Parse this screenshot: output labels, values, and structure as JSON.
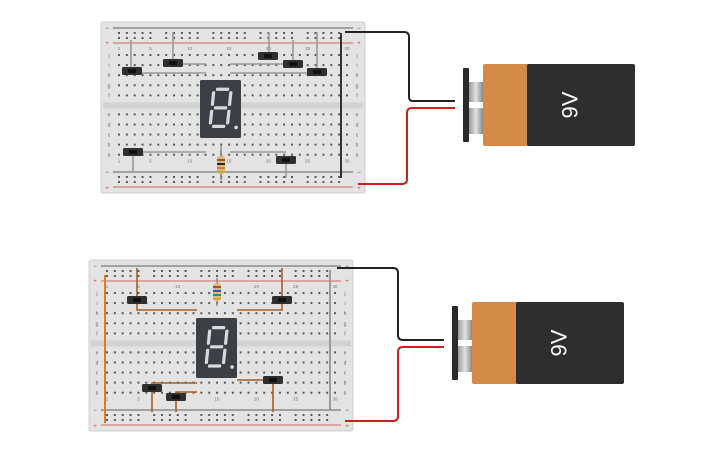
{
  "circuits": [
    {
      "battery": {
        "voltage_label": "9V"
      },
      "display": {
        "digit": "8"
      },
      "board": {
        "polarity_marks": {
          "minus": "−",
          "plus": "+"
        },
        "row_letters_top": [
          "j",
          "i",
          "h",
          "g",
          "f"
        ],
        "row_letters_bottom": [
          "e",
          "d",
          "c",
          "b",
          "a"
        ],
        "column_numbers": [
          "1",
          "5",
          "10",
          "15",
          "20",
          "25",
          "30"
        ]
      }
    },
    {
      "battery": {
        "voltage_label": "9V"
      },
      "display": {
        "digit": "8"
      },
      "board": {
        "polarity_marks": {
          "minus": "−",
          "plus": "+"
        },
        "row_letters_top": [
          "j",
          "i",
          "h",
          "g",
          "f"
        ],
        "row_letters_bottom": [
          "e",
          "d",
          "c",
          "b",
          "a"
        ],
        "column_numbers": [
          "1",
          "5",
          "10",
          "15",
          "20",
          "25",
          "30"
        ]
      }
    }
  ],
  "colors": {
    "board": "#e3e3e3",
    "board_edge": "#cfcfcf",
    "hole": "#5a5a5a",
    "rail_red": "#d23a3a",
    "rail_black": "#333333",
    "wire_red": "#d11f1f",
    "wire_black": "#222222",
    "wire_gray": "#9a9a9a",
    "wire_brown": "#a0612a",
    "wire_orange": "#e07a1e",
    "battery_copper": "#d38b47",
    "battery_body": "#2e2e2e",
    "display_body": "#3c4045",
    "display_segment": "#d6dadd"
  }
}
